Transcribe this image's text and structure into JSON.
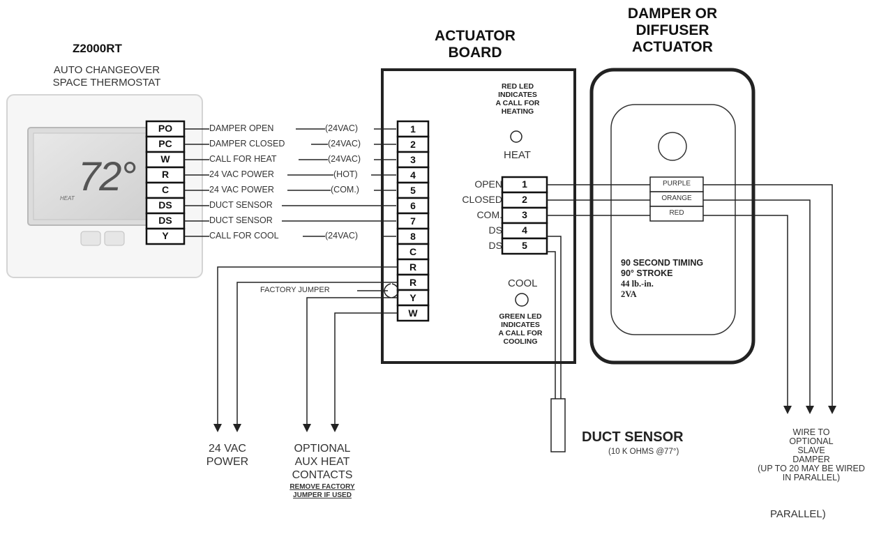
{
  "thermostat": {
    "model": "Z2000RT",
    "title_line1": "AUTO CHANGEOVER",
    "title_line2": "SPACE THERMOSTAT",
    "display_temp": "72°",
    "display_mode": "HEAT"
  },
  "thermostat_terminals": [
    "PO",
    "PC",
    "W",
    "R",
    "C",
    "DS",
    "DS",
    "Y"
  ],
  "wire_labels": [
    {
      "desc": "DAMPER OPEN",
      "tag": "(24VAC)"
    },
    {
      "desc": "DAMPER CLOSED",
      "tag": "(24VAC)"
    },
    {
      "desc": "CALL FOR HEAT",
      "tag": "(24VAC)"
    },
    {
      "desc": "24 VAC POWER",
      "tag": "(HOT)"
    },
    {
      "desc": "24 VAC POWER",
      "tag": "(COM.)"
    },
    {
      "desc": "DUCT SENSOR",
      "tag": ""
    },
    {
      "desc": "DUCT SENSOR",
      "tag": ""
    },
    {
      "desc": "CALL FOR COOL",
      "tag": "(24VAC)"
    }
  ],
  "actuator_board": {
    "title_line1": "ACTUATOR",
    "title_line2": "BOARD",
    "input_terminals": [
      "1",
      "2",
      "3",
      "4",
      "5",
      "6",
      "7",
      "8",
      "C",
      "R",
      "R",
      "Y",
      "W"
    ],
    "output_labels": [
      "OPEN",
      "CLOSED",
      "COM.",
      "DS",
      "DS"
    ],
    "output_terminals": [
      "1",
      "2",
      "3",
      "4",
      "5"
    ],
    "red_led_note": [
      "RED LED",
      "INDICATES",
      "A CALL FOR",
      "HEATING"
    ],
    "heat_label": "HEAT",
    "cool_label": "COOL",
    "green_led_note": [
      "GREEN LED",
      "INDICATES",
      "A CALL FOR",
      "COOLING"
    ],
    "factory_jumper": "FACTORY JUMPER"
  },
  "damper": {
    "title_line1": "DAMPER OR",
    "title_line2": "DIFFUSER",
    "title_line3": "ACTUATOR",
    "wires": [
      "PURPLE",
      "ORANGE",
      "RED"
    ],
    "spec1": "90 SECOND TIMING",
    "spec2": "90° STROKE",
    "spec3": "44 lb.-in.",
    "spec4": "2VA"
  },
  "bottom": {
    "power_line1": "24 VAC",
    "power_line2": "POWER",
    "aux_line1": "OPTIONAL",
    "aux_line2": "AUX HEAT",
    "aux_line3": "CONTACTS",
    "aux_note1": "REMOVE FACTORY",
    "aux_note2": "JUMPER IF USED",
    "duct_sensor": "DUCT SENSOR",
    "duct_sensor_spec": "(10 K OHMS @77°)",
    "slave_lines": [
      "WIRE TO",
      "OPTIONAL",
      "SLAVE",
      "DAMPER",
      "(UP TO 20 MAY BE WIRED",
      "IN PARALLEL)"
    ],
    "stray": "PARALLEL)"
  }
}
